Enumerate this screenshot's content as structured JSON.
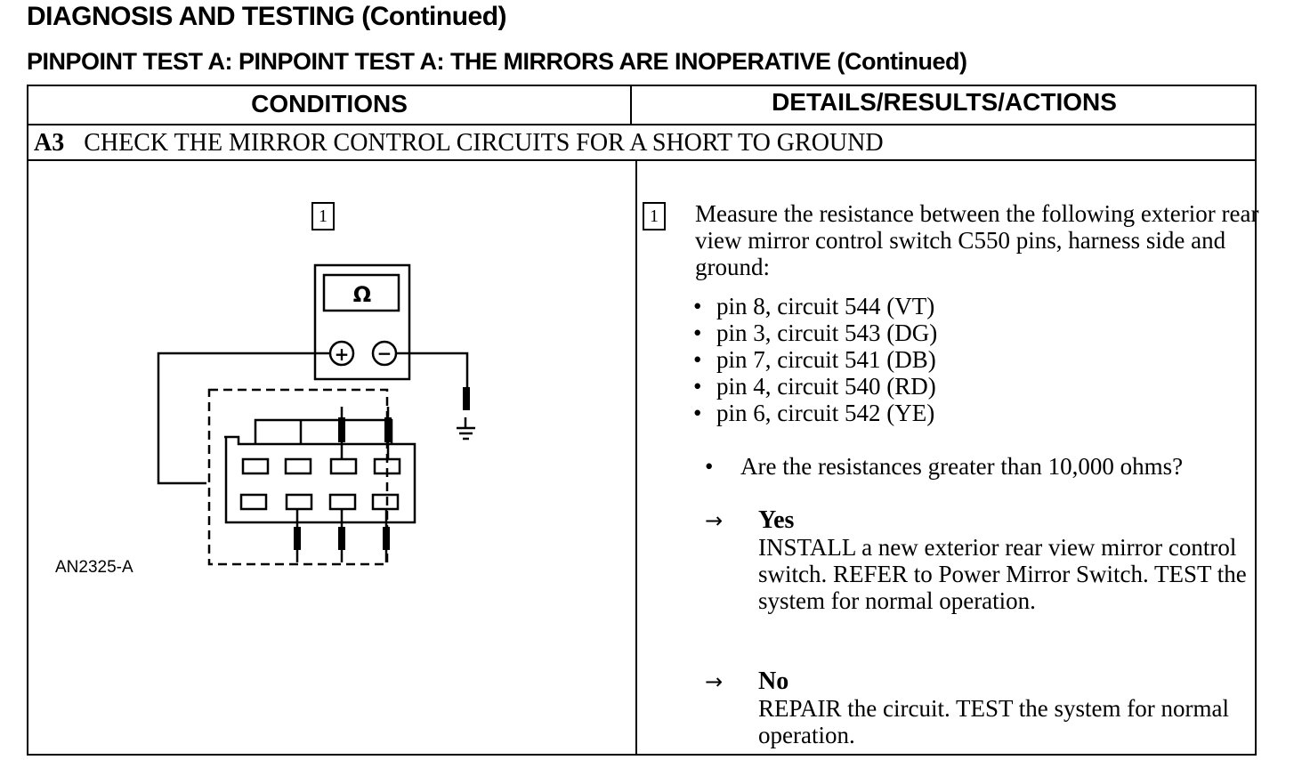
{
  "header": {
    "title": "DIAGNOSIS AND TESTING (Continued)",
    "subtitle": "PINPOINT TEST A:  PINPOINT TEST A: THE MIRRORS ARE INOPERATIVE (Continued)"
  },
  "table": {
    "col_conditions": "CONDITIONS",
    "col_details": "DETAILS/RESULTS/ACTIONS",
    "step_id": "A3",
    "step_title": "CHECK THE MIRROR CONTROL CIRCUITS FOR A SHORT TO GROUND"
  },
  "figure": {
    "step_box": "1",
    "meter_symbol": "Ω",
    "plus": "+",
    "minus": "−",
    "label": "AN2325-A"
  },
  "details": {
    "step_box": "1",
    "measure_text": "Measure the resistance between the following exterior rear view mirror control switch C550 pins, harness side and ground:",
    "pins": [
      "pin 8, circuit 544 (VT)",
      "pin 3, circuit 543 (DG)",
      "pin 7, circuit 541 (DB)",
      "pin 4, circuit 540 (RD)",
      "pin 6, circuit 542 (YE)"
    ],
    "question_bullet": "•",
    "question": "Are the resistances greater than 10,000 ohms?",
    "yes": {
      "arrow": "→",
      "label": "Yes",
      "action": "INSTALL a new exterior rear view mirror control switch. REFER to Power Mirror Switch. TEST the system for normal operation."
    },
    "no": {
      "arrow": "→",
      "label": "No",
      "action": "REPAIR the circuit. TEST the system for normal operation."
    }
  }
}
